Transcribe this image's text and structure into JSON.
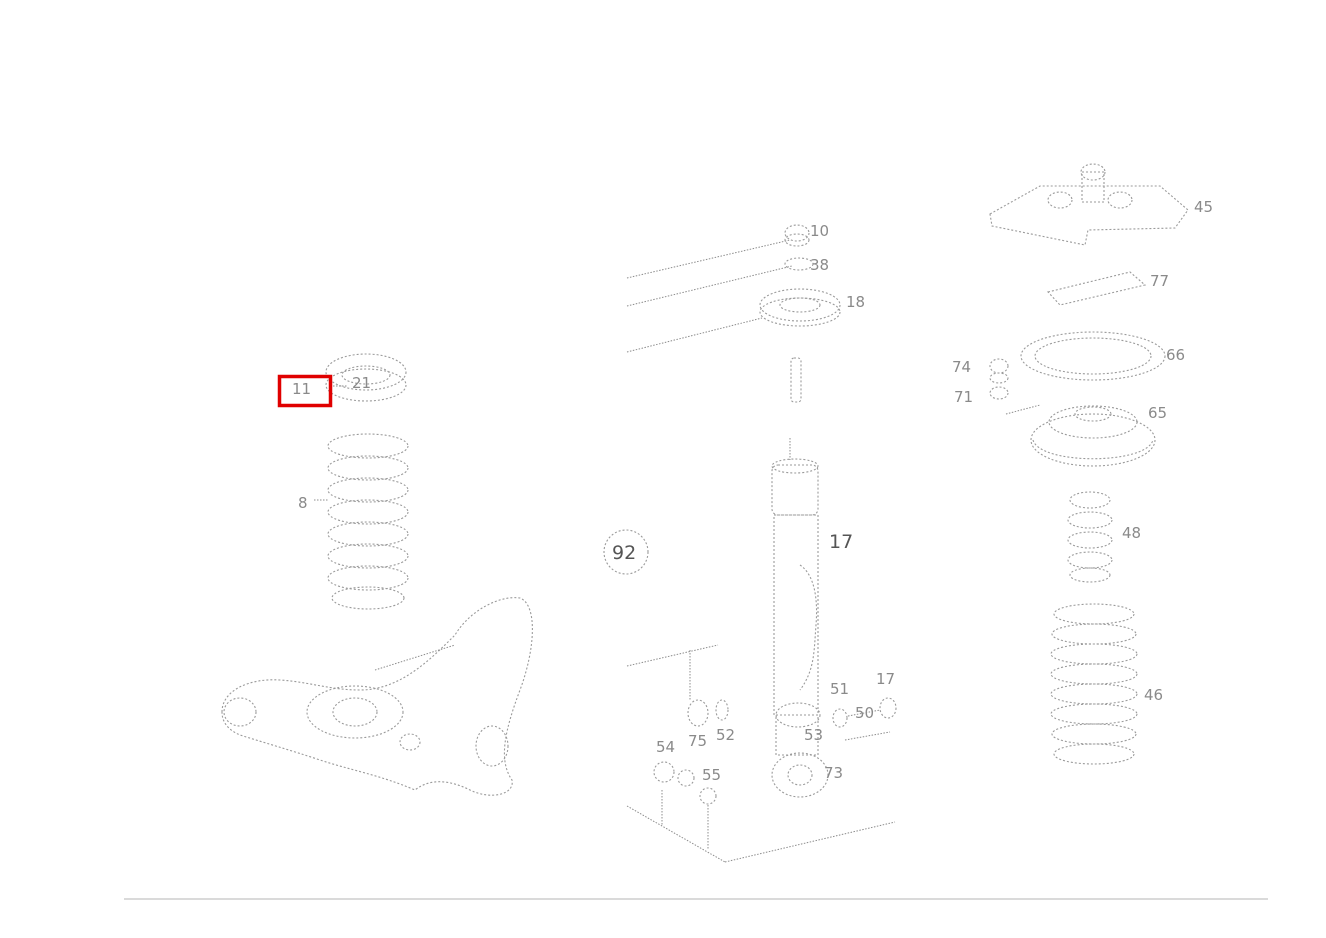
{
  "labels": {
    "l11": "11",
    "l21": "21",
    "l8": "8",
    "l92": "92",
    "l17": "17",
    "l17b": "17",
    "l45": "45",
    "l77": "77",
    "l66": "66",
    "l74": "74",
    "l71": "71",
    "l65": "65",
    "l48": "48",
    "l46": "46",
    "l10": "10",
    "l38": "38",
    "l18": "18",
    "l51": "51",
    "l50": "50",
    "l52": "52",
    "l75": "75",
    "l54": "54",
    "l55": "55",
    "l53": "53",
    "l73": "73"
  },
  "highlight": {
    "label": "11",
    "color": "#e00000"
  }
}
